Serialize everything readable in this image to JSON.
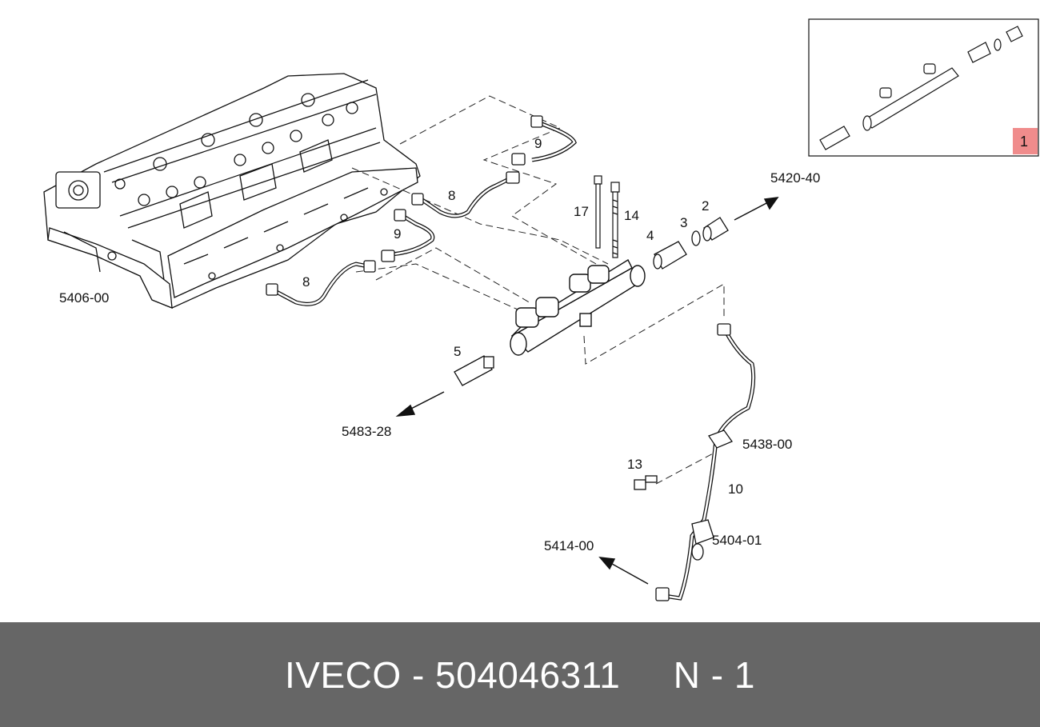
{
  "diagram": {
    "callouts": {
      "c_8a": "8",
      "c_8b": "8",
      "c_9a": "9",
      "c_9b": "9",
      "c_17": "17",
      "c_14": "14",
      "c_4": "4",
      "c_3": "3",
      "c_2": "2",
      "c_5": "5",
      "c_13": "13",
      "c_10": "10"
    },
    "refs": {
      "r_5406": "5406-00",
      "r_5420": "5420-40",
      "r_5483": "5483-28",
      "r_5438": "5438-00",
      "r_5404": "5404-01",
      "r_5414": "5414-00"
    },
    "inset": {
      "badge": "1",
      "badge_color": "#f08c8c"
    }
  },
  "footer": {
    "text": "IVECO - 504046311     N - 1",
    "background": "#666666"
  }
}
